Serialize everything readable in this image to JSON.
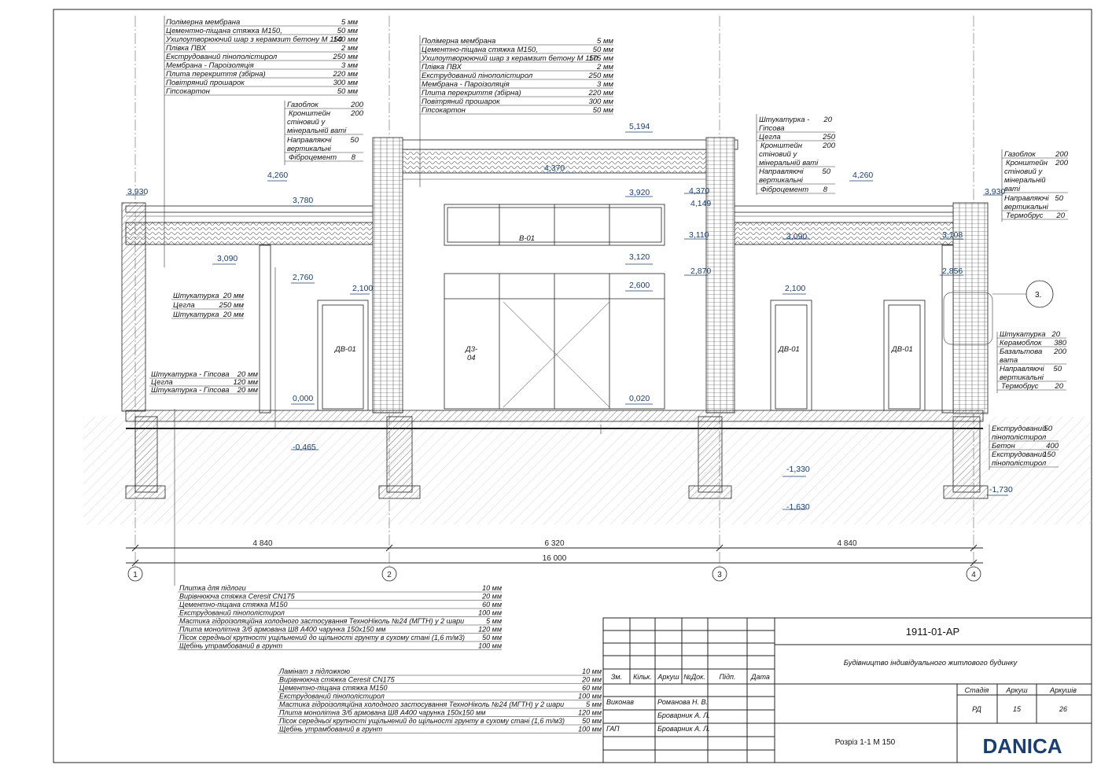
{
  "layers": {
    "roof_left": [
      {
        "name": "Полімерна мембрана",
        "value": "5 мм"
      },
      {
        "name": "Цементно-піщана стяжка М150,",
        "value": "50 мм"
      },
      {
        "name": "Ухилоутворюючий шар з керамзит бетону М 150",
        "value": "140 мм"
      },
      {
        "name": "Плівка ПВХ",
        "value": "2 мм"
      },
      {
        "name": "Екструдований пінополістирол",
        "value": "250 мм"
      },
      {
        "name": "Мембрана - Пароізоляція",
        "value": "3 мм"
      },
      {
        "name": "Плита перекриття (збірна)",
        "value": "220 мм"
      },
      {
        "name": "Повітряний прошарок",
        "value": "300 мм"
      },
      {
        "name": "Гіпсокартон",
        "value": "50 мм"
      }
    ],
    "roof_center": [
      {
        "name": "Полімерна мембрана",
        "value": "5 мм"
      },
      {
        "name": "Цементно-піщана стяжка М150,",
        "value": "50 мм"
      },
      {
        "name": "Ухилоутворюючий шар з керамзит бетону М 150",
        "value": "175 мм"
      },
      {
        "name": "Плівка ПВХ",
        "value": "2 мм"
      },
      {
        "name": "Екструдований пінополістирол",
        "value": "250 мм"
      },
      {
        "name": "Мембрана - Пароізоляція",
        "value": "3 мм"
      },
      {
        "name": "Плита перекриття (збірна)",
        "value": "220 мм"
      },
      {
        "name": "Повітряний прошарок",
        "value": "300 мм"
      },
      {
        "name": "Гіпсокартон",
        "value": "50 мм"
      }
    ],
    "parapet_left": [
      {
        "name": "Газоблок",
        "value": "200"
      },
      {
        "name": "Кронштейн стіновий у мінеральній ваті",
        "value": "200"
      },
      {
        "name": "Направляючі вертикальні",
        "value": "50"
      },
      {
        "name": "Фіброцемент",
        "value": "8"
      }
    ],
    "parapet_right": [
      {
        "name": "Штукатурка - Гіпсова",
        "value": "20"
      },
      {
        "name": "Цегла",
        "value": "250"
      },
      {
        "name": "Кронштейн стіновий у мінеральній ваті",
        "value": "200"
      },
      {
        "name": "Направляючі вертикальні",
        "value": "50"
      },
      {
        "name": "Фіброцемент",
        "value": "8"
      }
    ],
    "wall_far_right": [
      {
        "name": "Газоблок",
        "value": "200"
      },
      {
        "name": "Кронштейн стіновий у мінеральній ваті",
        "value": "200"
      },
      {
        "name": "Направляючі вертикальні",
        "value": "50"
      },
      {
        "name": "Термобрус",
        "value": "20"
      }
    ],
    "inner_wall_1": [
      {
        "name": "Штукатурка",
        "value": "20 мм"
      },
      {
        "name": "Цегла",
        "value": "250 мм"
      },
      {
        "name": "Штукатурка",
        "value": "20 мм"
      }
    ],
    "inner_wall_2": [
      {
        "name": "Штукатурка - Гіпсова",
        "value": "20 мм"
      },
      {
        "name": "Цегла",
        "value": "120 мм"
      },
      {
        "name": "Штукатурка - Гіпсова",
        "value": "20 мм"
      }
    ],
    "ext_wall_right": [
      {
        "name": "Штукатурка",
        "value": "20"
      },
      {
        "name": "Керамоблок",
        "value": "380"
      },
      {
        "name": "Базальтова вата",
        "value": "200"
      },
      {
        "name": "Направляючі вертикальні",
        "value": "50"
      },
      {
        "name": "Термобрус",
        "value": "20"
      }
    ],
    "foundation_right": [
      {
        "name": "Екструдований пінополістирол",
        "value": "50"
      },
      {
        "name": "Бетон",
        "value": "400"
      },
      {
        "name": "Екструдований пінополістирол",
        "value": "150"
      }
    ],
    "floor_tile": [
      {
        "name": "Плитка для підлоги",
        "value": "10 мм"
      },
      {
        "name": "Вирівнююча стяжка Ceresit CN175",
        "value": "20 мм"
      },
      {
        "name": "Цементно-піщана стяжка М150",
        "value": "60 мм"
      },
      {
        "name": "Екструдований пінополістирол",
        "value": "100 мм"
      },
      {
        "name": "Мастика гідроізоляційна холодного застосування ТехноНіколь №24 (МГТН) у 2 шари",
        "value": "5 мм"
      },
      {
        "name": "Плита монолітна З/б армована Ш8 А400 чарунка 150х150 мм",
        "value": "120 мм"
      },
      {
        "name": "Пісок середньої крупності ущільнений до щільності грунту в сухому стані (1,6 т/м3)",
        "value": "50 мм"
      },
      {
        "name": "Щебінь утрамбований в грунт",
        "value": "100 мм"
      }
    ],
    "floor_laminate": [
      {
        "name": "Ламінат з підложкою",
        "value": "10 мм"
      },
      {
        "name": "Вирівнююча стяжка Ceresit CN175",
        "value": "20 мм"
      },
      {
        "name": "Цементно-піщана стяжка М150",
        "value": "60 мм"
      },
      {
        "name": "Екструдований пінополістирол",
        "value": "100 мм"
      },
      {
        "name": "Мастика гідроізоляційна холодного застосування ТехноНіколь №24 (МГТН) у 2 шари",
        "value": "5 мм"
      },
      {
        "name": "Плита монолітна З/б армована Ш8 А400 чарунка 150х150 мм",
        "value": "120 мм"
      },
      {
        "name": "Пісок середньої крупності ущільнений до щільності грунту в сухому стані (1,6 т/м3)",
        "value": "50 мм"
      },
      {
        "name": "Щебінь утрамбований в грунт",
        "value": "100 мм"
      }
    ]
  },
  "levels": {
    "l5194": "5,194",
    "l4370": "4,370",
    "l4370r": "4,370",
    "l4260a": "4,260",
    "l4260b": "4,260",
    "l3930a": "3,930",
    "l3930b": "3,930",
    "l3780": "3,780",
    "l3920": "3,920",
    "l4149": "4,149",
    "l3110": "3,110",
    "l3090a": "3,090",
    "l3090b": "3,090",
    "l3108": "3,108",
    "l3120": "3,120",
    "l2760": "2,760",
    "l2870": "2,870",
    "l2856": "2,856",
    "l2600": "2,600",
    "l2100a": "2,100",
    "l2100b": "2,100",
    "l0000": "0,000",
    "l0020": "0,020",
    "lm0465": "-0,465",
    "lm1330": "-1,330",
    "lm1630": "-1,630",
    "lm1730": "-1,730"
  },
  "marks": {
    "window": "В-01",
    "door_main": "Д3-\n04",
    "door_main_a": "Д3-",
    "door_main_b": "04",
    "door1": "ДВ-01",
    "door2": "ДВ-01",
    "door3": "ДВ-01",
    "callout": "3."
  },
  "dims": {
    "d1": "4 840",
    "d2": "6 320",
    "d3": "4 840",
    "total": "16 000"
  },
  "axes": [
    "1",
    "2",
    "3",
    "4"
  ],
  "title_block": {
    "code": "1911-01-АР",
    "project": "Будівництво індивідуального житлового будинку",
    "sheet_title": "Розріз 1-1 М 150",
    "headers": [
      "Зм.",
      "Кільк.",
      "Аркуш",
      "№Док.",
      "Підп.",
      "Дата"
    ],
    "stage_h": "Стадія",
    "sheet_h": "Аркуш",
    "sheets_h": "Аркушів",
    "stage": "РД",
    "sheet": "15",
    "sheets": "26",
    "role1": "Виконав",
    "name1": "Романова Н. В.",
    "name2": "Броварник А. Л.",
    "role3": "ГАП",
    "name3": "Броварник А. Л.",
    "logo": "DANICA"
  },
  "colors": {
    "level": "#1a3f6e",
    "logo": "#1a3f6e",
    "line": "#222222"
  }
}
